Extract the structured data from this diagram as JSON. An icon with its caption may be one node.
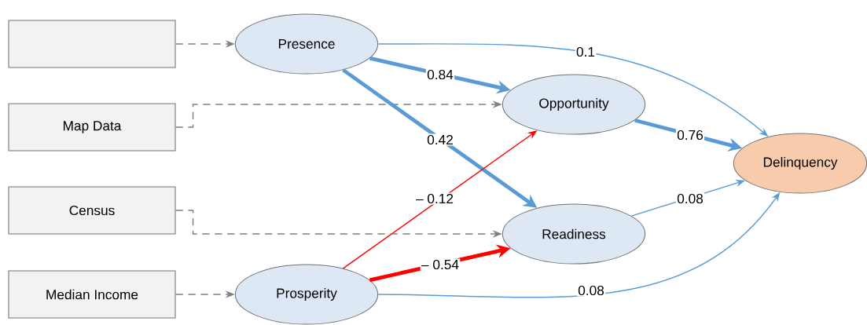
{
  "diagram": {
    "nodes": [
      {
        "text": [],
        "shape": "box"
      },
      {
        "text": [
          "Presence"
        ]
      },
      {
        "text": [
          "Map Data"
        ]
      },
      {
        "text": [
          "Opportunity"
        ]
      },
      {
        "text": [
          "Delinquency"
        ]
      },
      {
        "text": [
          "Census"
        ]
      },
      {
        "text": [
          "Readiness"
        ]
      },
      {
        "text": [
          "Median Income"
        ]
      },
      {
        "text": [
          "Prosperity"
        ]
      }
    ],
    "edges": [
      {
        "from": 0,
        "to": 1,
        "arrow": "to",
        "style": "dashed",
        "color": "#7f7f7f"
      },
      {
        "from": 1,
        "to": 4,
        "arrow": "to",
        "label": "0.1"
      },
      {
        "from": 1,
        "to": 3,
        "arrow": "to",
        "label": "0.84",
        "style": "thick"
      },
      {
        "from": 2,
        "to": 3,
        "arrow": "to",
        "style": "dashed",
        "color": "#7f7f7f"
      },
      {
        "from": 1,
        "to": 6,
        "arrow": "to",
        "label": "0.42",
        "style": "thick"
      },
      {
        "from": 3,
        "to": 4,
        "arrow": "to",
        "label": "0.76",
        "style": "thick"
      },
      {
        "from": 8,
        "to": 3,
        "arrow": "to",
        "label": "– 0.12",
        "color": "#ff0000"
      },
      {
        "from": 5,
        "to": 6,
        "arrow": "to",
        "style": "dashed",
        "color": "#7f7f7f"
      },
      {
        "from": 6,
        "to": 4,
        "arrow": "to",
        "label": "0.08"
      },
      {
        "from": 8,
        "to": 6,
        "arrow": "to",
        "label": "– 0.54",
        "style": "thick",
        "color": "#ff0000"
      },
      {
        "from": 7,
        "to": 8,
        "arrow": "to",
        "style": "dashed",
        "color": "#7f7f7f"
      },
      {
        "from": 8,
        "to": 4,
        "arrow": "to",
        "label": "0.08"
      }
    ]
  }
}
